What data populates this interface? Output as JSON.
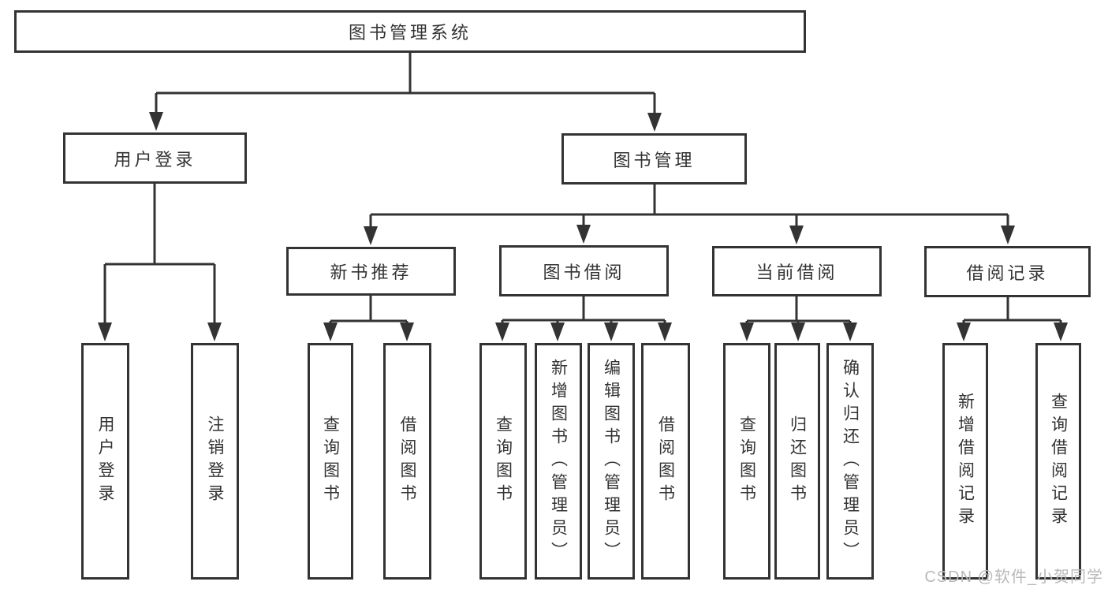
{
  "diagram": {
    "root": {
      "label": "图书管理系统"
    },
    "user_login": {
      "label": "用户登录",
      "children": [
        "用户登录",
        "注销登录"
      ]
    },
    "book_management": {
      "label": "图书管理",
      "children": {
        "new_book": {
          "label": "新书推荐",
          "children": [
            "查询图书",
            "借阅图书"
          ]
        },
        "book_borrow": {
          "label": "图书借阅",
          "children": [
            "查询图书",
            "新增图书（管理员）",
            "编辑图书（管理员）",
            "借阅图书"
          ]
        },
        "current_borrow": {
          "label": "当前借阅",
          "children": [
            "查询图书",
            "归还图书",
            "确认归还（管理员）"
          ]
        },
        "borrow_records": {
          "label": "借阅记录",
          "children": [
            "新增借阅记录",
            "查询借阅记录"
          ]
        }
      }
    }
  },
  "watermark": {
    "text": "CSDN @软件_小贺同学"
  },
  "colors": {
    "line": "#333333",
    "text": "#333333",
    "watermark": "#b9b9b9",
    "background": "#ffffff"
  }
}
